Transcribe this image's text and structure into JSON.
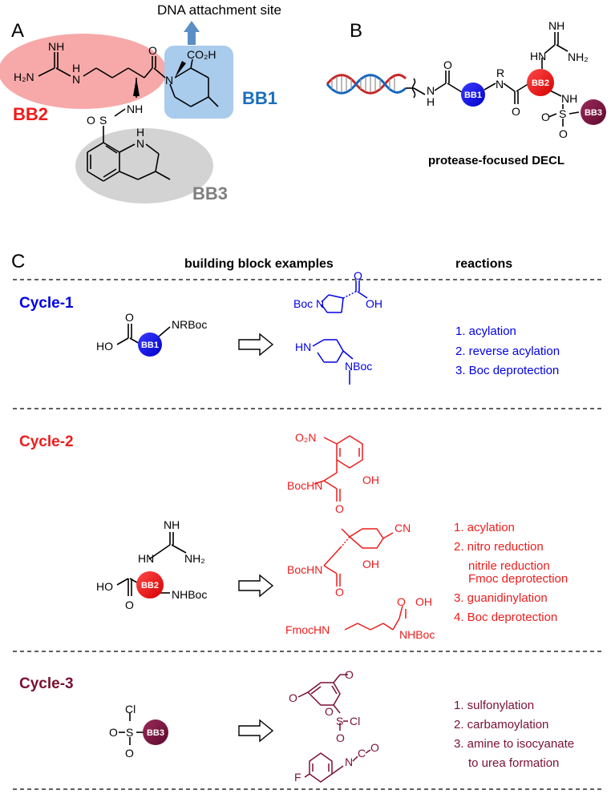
{
  "panels": {
    "A": "A",
    "B": "B",
    "C": "C"
  },
  "panel_a": {
    "dna_site": "DNA attachment site",
    "bb1": "BB1",
    "bb2": "BB2",
    "bb3": "BB3",
    "h2n": "H₂N",
    "nh_top": "NH",
    "h": "H",
    "n": "N",
    "o": "O",
    "co2h": "CO₂H",
    "o_s": "O",
    "s": "S",
    "nh": "NH",
    "hn_ring": "H",
    "n_ring": "N"
  },
  "panel_b": {
    "caption": "protease-focused DECL",
    "bb1": "BB1",
    "bb2": "BB2",
    "bb3": "BB3",
    "nh_top": "NH",
    "nh2": "NH₂",
    "hn": "HN",
    "o": "O",
    "r": "R",
    "n": "N",
    "h": "H",
    "nh": "NH",
    "s": "S"
  },
  "table": {
    "col_building_blocks": "building block examples",
    "col_reactions": "reactions"
  },
  "colors": {
    "cycle1": "#0000e6",
    "cycle2": "#ee1c1c",
    "cycle3": "#7a1032",
    "bb1_fill": "#0a00f5",
    "bb2_fill": "#ff1a1a",
    "bb3_fill": "#7a1040",
    "bb1_box": "#a9cbec",
    "bb2_oval": "#f7a9a9",
    "bb3_oval": "#d3d3d3",
    "arrow_blue": "#5b8ec4"
  },
  "cycles": [
    {
      "title": "Cycle-1",
      "scaffold": {
        "ho": "HO",
        "o": "O",
        "bb": "BB1",
        "sub": "NRBoc"
      },
      "examples": [
        "Boc",
        "N",
        "O",
        "OH",
        "HN",
        "NBoc"
      ],
      "reactions": [
        "1. acylation",
        "2. reverse acylation",
        "3. Boc deprotection"
      ]
    },
    {
      "title": "Cycle-2",
      "scaffold": {
        "nh": "NH",
        "hn": "HN",
        "nh2": "NH₂",
        "ho": "HO",
        "o": "O",
        "bb": "BB2",
        "sub": "NHBoc"
      },
      "examples": [
        "O₂N",
        "BocHN",
        "OH",
        "O",
        "CN",
        "BocHN",
        "OH",
        "O",
        "OH",
        "O",
        "FmocHN",
        "NHBoc"
      ],
      "reactions": [
        "1. acylation",
        "2. nitro reduction",
        "nitrile reduction",
        "Fmoc deprotection",
        "3. guanidinylation",
        "4. Boc deprotection"
      ]
    },
    {
      "title": "Cycle-3",
      "scaffold": {
        "cl": "Cl",
        "o1": "O",
        "s": "S",
        "o2": "O",
        "bb": "BB3"
      },
      "examples": [
        "O",
        "O",
        "S",
        "O",
        "Cl",
        "O",
        "F",
        "N",
        "C",
        "O"
      ],
      "reactions": [
        "1. sulfonylation",
        "2. carbamoylation",
        "3. amine to isocyanate",
        "to urea formation"
      ]
    }
  ]
}
